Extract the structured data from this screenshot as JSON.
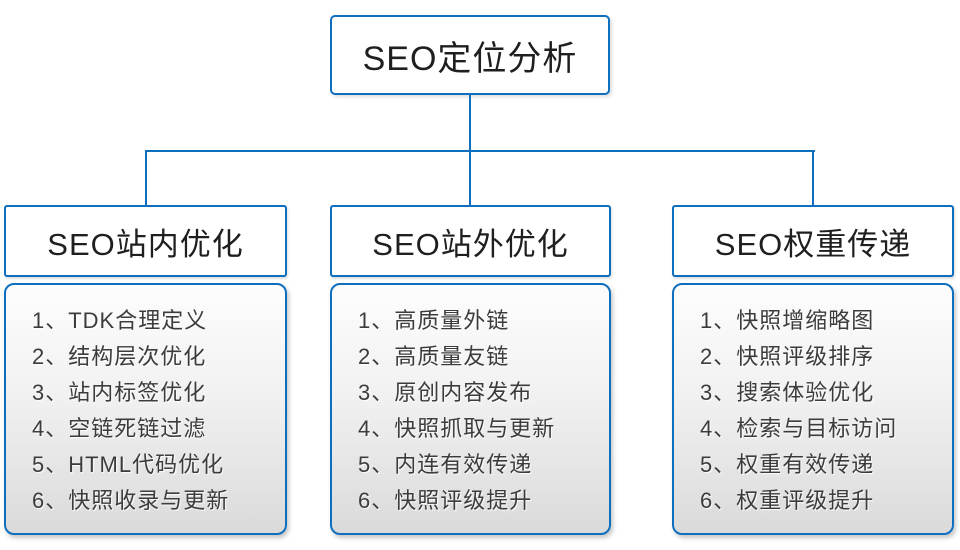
{
  "root": {
    "title": "SEO定位分析"
  },
  "columns": [
    {
      "title": "SEO站内优化",
      "items": [
        "1、TDK合理定义",
        "2、结构层次优化",
        "3、站内标签优化",
        "4、空链死链过滤",
        "5、HTML代码优化",
        "6、快照收录与更新"
      ]
    },
    {
      "title": "SEO站外优化",
      "items": [
        "1、高质量外链",
        "2、高质量友链",
        "3、原创内容发布",
        "4、快照抓取与更新",
        "5、内连有效传递",
        "6、快照评级提升"
      ]
    },
    {
      "title": "SEO权重传递",
      "items": [
        "1、快照增缩略图",
        "2、快照评级排序",
        "3、搜索体验优化",
        "4、检索与目标访问",
        "5、权重有效传递",
        "6、权重评级提升"
      ]
    }
  ],
  "colors": {
    "accent_blue": "#0f6fbe",
    "panel_gradient_top": "#fdfdfd",
    "panel_gradient_bottom": "#dadada",
    "item_text": "#3c3c3c",
    "title_text": "#1f1f1f"
  }
}
